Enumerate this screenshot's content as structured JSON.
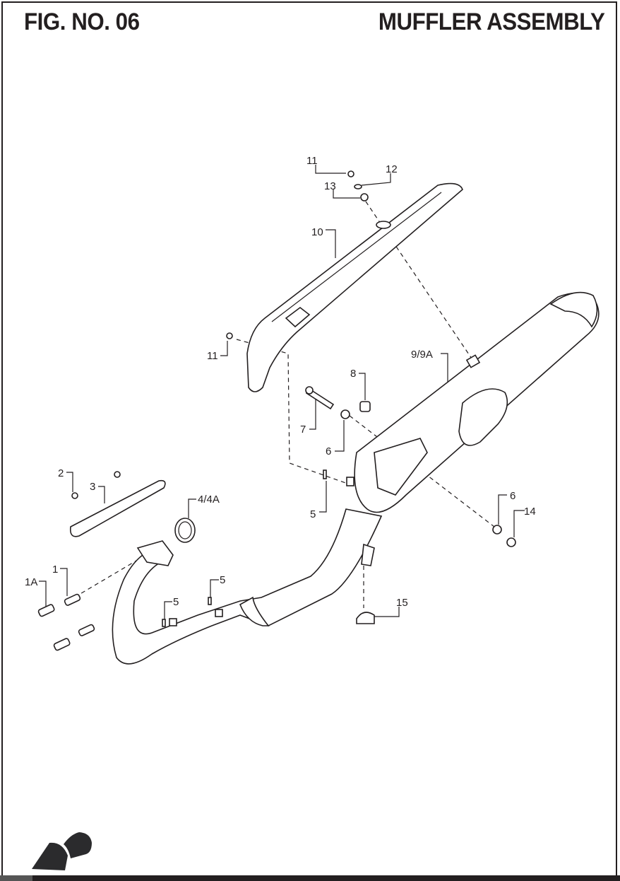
{
  "header": {
    "figure_number": "FIG. NO. 06",
    "title": "MUFFLER ASSEMBLY"
  },
  "callouts": [
    {
      "label": "11"
    },
    {
      "label": "12"
    },
    {
      "label": "13"
    },
    {
      "label": "10"
    },
    {
      "label": "11"
    },
    {
      "label": "9/9A"
    },
    {
      "label": "8"
    },
    {
      "label": "7"
    },
    {
      "label": "6"
    },
    {
      "label": "2"
    },
    {
      "label": "3"
    },
    {
      "label": "4/4A"
    },
    {
      "label": "5"
    },
    {
      "label": "6"
    },
    {
      "label": "14"
    },
    {
      "label": "1"
    },
    {
      "label": "1A"
    },
    {
      "label": "5"
    },
    {
      "label": "5"
    },
    {
      "label": "15"
    }
  ],
  "colors": {
    "ink": "#231f20"
  }
}
